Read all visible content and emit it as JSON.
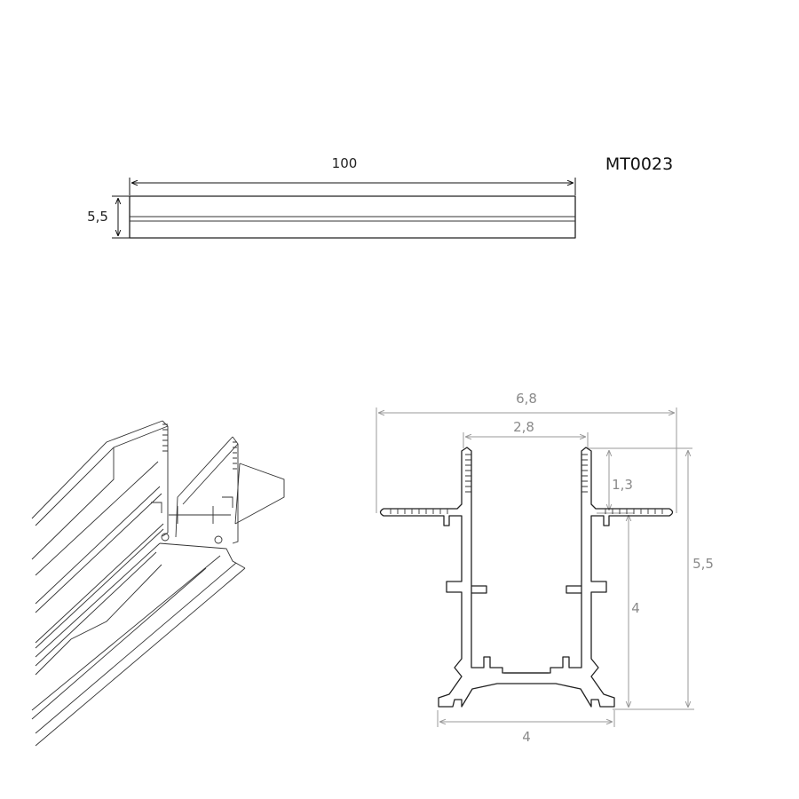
{
  "product_code": "MT0023",
  "side_view": {
    "length_label": "100",
    "height_label": "5,5"
  },
  "cross_section": {
    "overall_width_label": "6,8",
    "channel_width_label": "2,8",
    "flange_height_label": "1,3",
    "body_height_label": "4",
    "total_height_label": "5,5",
    "base_width_label": "4"
  }
}
